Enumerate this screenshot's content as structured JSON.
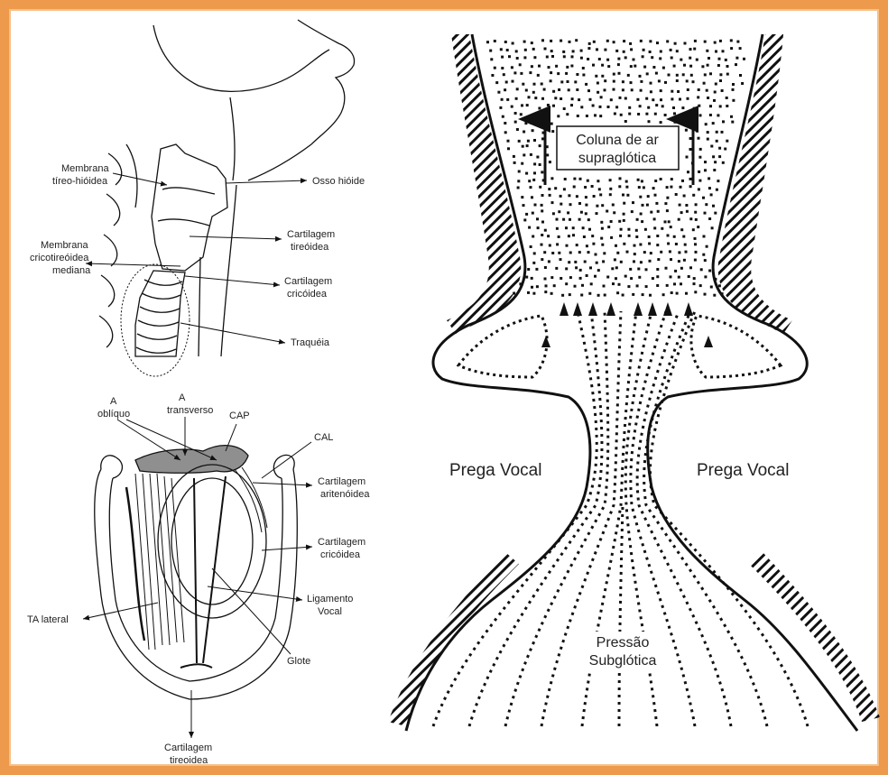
{
  "top_left": {
    "membrana_tireo": [
      "Membrana",
      "tíreo-hióidea"
    ],
    "osso_hioide": "Osso hióide",
    "cart_tireoidea": [
      "Cartilagem",
      "tireóidea"
    ],
    "membrana_crico": [
      "Membrana",
      "cricotireóidea",
      "mediana"
    ],
    "cart_cricoidea": [
      "Cartilagem",
      "cricóidea"
    ],
    "traqueia": "Traquéia"
  },
  "bottom_left": {
    "a_obliquo": [
      "A",
      "oblíquo"
    ],
    "a_transverso": [
      "A",
      "transverso"
    ],
    "cap": "CAP",
    "cal": "CAL",
    "cart_aritenoidea": [
      "Cartilagem",
      "aritenóidea"
    ],
    "cart_cricoidea": [
      "Cartilagem",
      "cricóidea"
    ],
    "ligamento_vocal": [
      "Ligamento",
      "Vocal"
    ],
    "ta_lateral": "TA lateral",
    "glote": "Glote",
    "cart_tireoidea": [
      "Cartilagem",
      "tireoidea"
    ]
  },
  "right": {
    "coluna": [
      "Coluna de ar",
      "supraglótica"
    ],
    "prega_left": "Prega Vocal",
    "prega_right": "Prega Vocal",
    "pressao": [
      "Pressão",
      "Subglótica"
    ]
  },
  "colors": {
    "frame": "#ee9a4d",
    "ink": "#111111"
  }
}
